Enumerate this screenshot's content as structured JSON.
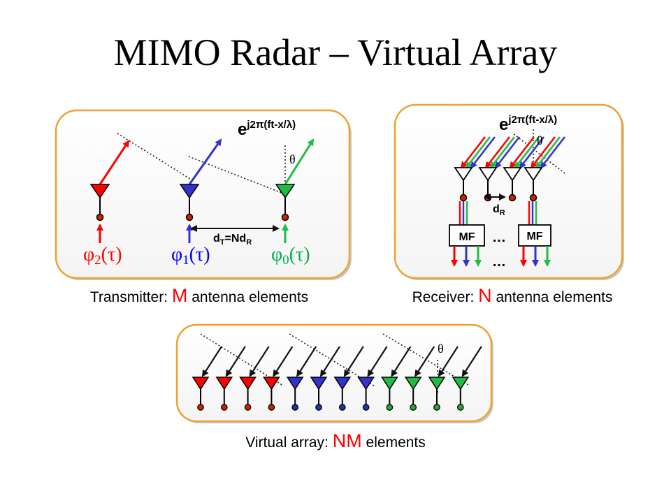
{
  "title": "MIMO Radar – Virtual Array",
  "signal_base": "e",
  "signal_exp": "j2π(ft-x/λ)",
  "theta": "θ",
  "transmitter": {
    "phi_labels": [
      {
        "phi": "φ",
        "sub": "2",
        "arg": "(τ)",
        "color": "#ff0000"
      },
      {
        "phi": "φ",
        "sub": "1",
        "arg": "(τ)",
        "color": "#0000ff"
      },
      {
        "phi": "φ",
        "sub": "0",
        "arg": "(τ)",
        "color": "#00b050"
      }
    ],
    "spacing": {
      "d": "d",
      "d_sub": "T",
      "eq": "=Nd",
      "r_sub": "R"
    },
    "caption_pre": "Transmitter: ",
    "caption_hl": "M",
    "caption_post": " antenna elements"
  },
  "receiver": {
    "mf_label": "MF",
    "ellipsis": "…",
    "spacing": {
      "d": "d",
      "sub": "R"
    },
    "caption_pre": "Receiver: ",
    "caption_hl": "N",
    "caption_post": " antenna elements"
  },
  "virtual": {
    "caption_pre": "Virtual array: ",
    "caption_hl": "NM",
    "caption_post": " elements"
  },
  "colors": {
    "red": "#ff0000",
    "blue": "#3333cc",
    "green": "#22bb44",
    "panel_border": "#f0a030"
  }
}
